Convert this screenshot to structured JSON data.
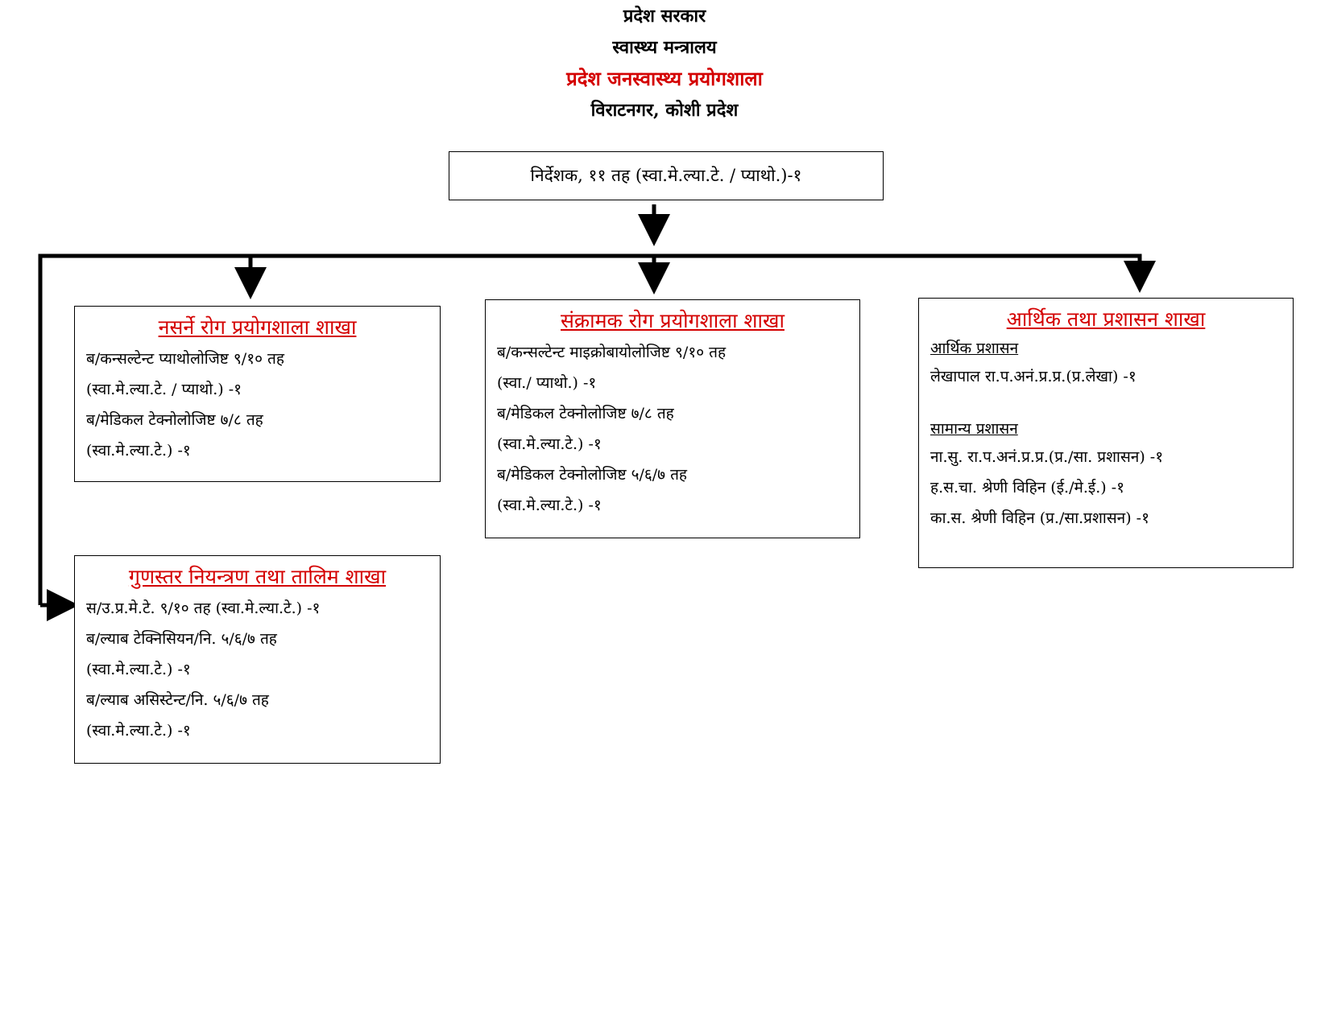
{
  "header": {
    "line1": "प्रदेश सरकार",
    "line2": "स्वास्थ्य मन्त्रालय",
    "line3": "प्रदेश जनस्वास्थ्य प्रयोगशाला",
    "line4": "विराटनगर, कोशी प्रदेश"
  },
  "director": "निर्देशक, ११ तह (स्वा.मे.ल्या.टे. / प्याथो.)-१",
  "branches": {
    "ncd": {
      "title": "नसर्ने रोग प्रयोगशाला शाखा",
      "lines": [
        "ब/कन्सल्टेन्ट प्याथोलोजिष्ट ९/१० तह",
        "(स्वा.मे.ल्या.टे. / प्याथो.)     -१",
        "ब/मेडिकल टेक्नोलोजिष्ट ७/८ तह",
        "(स्वा.मे.ल्या.टे.) -१"
      ]
    },
    "cd": {
      "title": "संक्रामक रोग प्रयोगशाला शाखा",
      "lines": [
        "ब/कन्सल्टेन्ट माइक्रोबायोलोजिष्ट ९/१० तह",
        "(स्वा./ प्याथो.)     -१",
        "ब/मेडिकल टेक्नोलोजिष्ट ७/८ तह",
        "(स्वा.मे.ल्या.टे.) -१",
        "ब/मेडिकल टेक्नोलोजिष्ट ५/६/७ तह",
        "(स्वा.मे.ल्या.टे.) -१"
      ]
    },
    "finance": {
      "title": "आर्थिक तथा प्रशासन शाखा",
      "sub1": "आर्थिक प्रशासन",
      "sub1_lines": [
        "लेखापाल रा.प.अनं.प्र.प्र.(प्र.लेखा)     -१"
      ],
      "sub2": "सामान्य प्रशासन",
      "sub2_lines": [
        "ना.सु. रा.प.अनं.प्र.प्र.(प्र./सा. प्रशासन)       -१",
        "ह.स.चा. श्रेणी विहिन (ई./मे.ई.)      -१",
        "का.स. श्रेणी विहिन (प्र./सा.प्रशासन)      -१"
      ]
    },
    "quality": {
      "title": "गुणस्तर नियन्त्रण तथा तालिम शाखा",
      "lines": [
        "स/उ.प्र.मे.टे. ९/१० तह (स्वा.मे.ल्या.टे.) -१",
        "ब/ल्याब टेक्निसियन/नि. ५/६/७ तह",
        "(स्वा.मे.ल्या.टे.) -१",
        "ब/ल्याब असिस्टेन्ट/नि. ५/६/७ तह",
        "(स्वा.मे.ल्या.टे.) -१"
      ]
    }
  },
  "colors": {
    "title_red": "#d40000",
    "line_black": "#000000"
  }
}
